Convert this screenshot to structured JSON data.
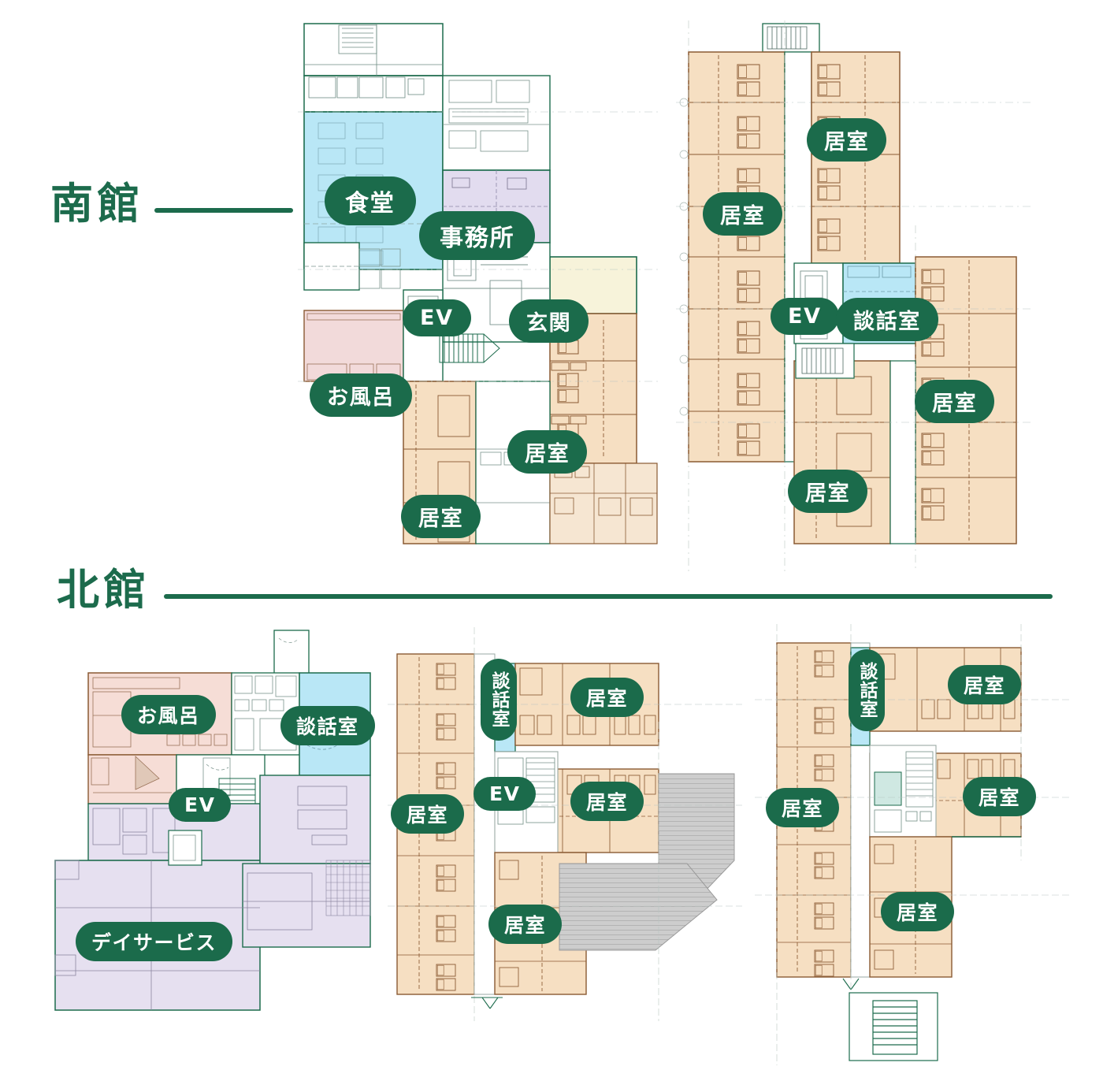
{
  "page": {
    "accent_green": "#1b6b4b",
    "room_tan": "#f6dfc2",
    "room_tan_line": "#8a5a33",
    "dining_cyan": "#b9e7f6",
    "office_purple": "#e2dcef",
    "bath_pink": "#f2dada",
    "entrance_cream": "#f7f3da",
    "dayservice_purple": "#e6e0f0",
    "bathroom_pink_north": "#f6ddd6",
    "plan_line": "#1c6b4c",
    "plan_line_light": "#9aa9a4",
    "roof_gray": "#c9c9c9"
  },
  "sections": [
    {
      "id": "south",
      "label": "南館",
      "rule_width": 176
    },
    {
      "id": "north",
      "label": "北館",
      "rule_width": 1128
    }
  ],
  "plans": [
    {
      "id": "south-1f",
      "building": "南館",
      "callouts": [
        {
          "key": "dining",
          "label": "食堂",
          "orient": "h",
          "size": "lg"
        },
        {
          "key": "office",
          "label": "事務所",
          "orient": "h",
          "size": "lg"
        },
        {
          "key": "ev",
          "label": "EV",
          "orient": "h",
          "size": "md"
        },
        {
          "key": "entrance",
          "label": "玄関",
          "orient": "h",
          "size": "md"
        },
        {
          "key": "bath",
          "label": "お風呂",
          "orient": "h",
          "size": "md"
        },
        {
          "key": "room-a",
          "label": "居室",
          "orient": "h",
          "size": "md"
        },
        {
          "key": "room-b",
          "label": "居室",
          "orient": "h",
          "size": "md"
        }
      ]
    },
    {
      "id": "south-upper",
      "building": "南館",
      "callouts": [
        {
          "key": "room-a",
          "label": "居室",
          "orient": "h",
          "size": "md"
        },
        {
          "key": "room-b",
          "label": "居室",
          "orient": "h",
          "size": "md"
        },
        {
          "key": "ev",
          "label": "EV",
          "orient": "h",
          "size": "md"
        },
        {
          "key": "lounge",
          "label": "談話室",
          "orient": "h",
          "size": "md"
        },
        {
          "key": "room-c",
          "label": "居室",
          "orient": "h",
          "size": "md"
        },
        {
          "key": "room-d",
          "label": "居室",
          "orient": "h",
          "size": "md"
        }
      ]
    },
    {
      "id": "north-1f",
      "building": "北館",
      "callouts": [
        {
          "key": "bath",
          "label": "お風呂",
          "orient": "h",
          "size": "sm"
        },
        {
          "key": "lounge",
          "label": "談話室",
          "orient": "h",
          "size": "sm"
        },
        {
          "key": "ev",
          "label": "EV",
          "orient": "h",
          "size": "sm"
        },
        {
          "key": "dayservice",
          "label": "デイサービス",
          "orient": "h",
          "size": "sm"
        }
      ]
    },
    {
      "id": "north-2f",
      "building": "北館",
      "callouts": [
        {
          "key": "lounge",
          "label": "談話室",
          "orient": "v",
          "size": "xs"
        },
        {
          "key": "room-a",
          "label": "居室",
          "orient": "h",
          "size": "sm"
        },
        {
          "key": "ev",
          "label": "EV",
          "orient": "h",
          "size": "sm"
        },
        {
          "key": "room-b",
          "label": "居室",
          "orient": "h",
          "size": "sm"
        },
        {
          "key": "room-c",
          "label": "居室",
          "orient": "h",
          "size": "sm"
        },
        {
          "key": "room-d",
          "label": "居室",
          "orient": "h",
          "size": "sm"
        }
      ]
    },
    {
      "id": "north-3f",
      "building": "北館",
      "callouts": [
        {
          "key": "lounge",
          "label": "談話室",
          "orient": "v",
          "size": "xs"
        },
        {
          "key": "room-a",
          "label": "居室",
          "orient": "h",
          "size": "sm"
        },
        {
          "key": "room-b",
          "label": "居室",
          "orient": "h",
          "size": "sm"
        },
        {
          "key": "room-c",
          "label": "居室",
          "orient": "h",
          "size": "sm"
        },
        {
          "key": "room-d",
          "label": "居室",
          "orient": "h",
          "size": "sm"
        }
      ]
    }
  ]
}
